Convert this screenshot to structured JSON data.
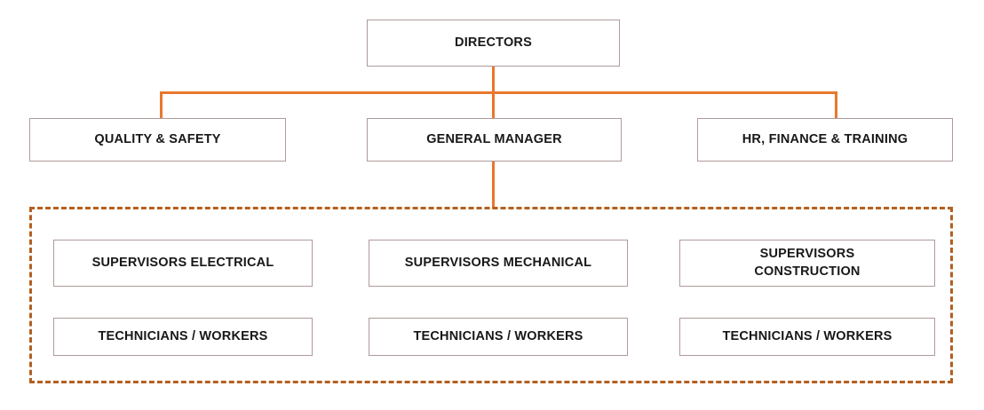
{
  "chart_data": {
    "type": "diagram",
    "diagram_type": "organization-chart",
    "title": "",
    "orientation": "top-down",
    "levels": [
      {
        "level": 1,
        "nodes": [
          "DIRECTORS"
        ]
      },
      {
        "level": 2,
        "nodes": [
          "QUALITY & SAFETY",
          "GENERAL MANAGER",
          "HR, FINANCE & TRAINING"
        ]
      },
      {
        "level": 3,
        "nodes": [
          "SUPERVISORS ELECTRICAL",
          "SUPERVISORS MECHANICAL",
          "SUPERVISORS CONSTRUCTION"
        ]
      },
      {
        "level": 4,
        "nodes": [
          "TECHNICIANS / WORKERS",
          "TECHNICIANS / WORKERS",
          "TECHNICIANS / WORKERS"
        ]
      }
    ],
    "edges": [
      {
        "from": "DIRECTORS",
        "to": "QUALITY & SAFETY"
      },
      {
        "from": "DIRECTORS",
        "to": "GENERAL MANAGER"
      },
      {
        "from": "DIRECTORS",
        "to": "HR, FINANCE & TRAINING"
      },
      {
        "from": "GENERAL MANAGER",
        "to": "operations-group"
      }
    ],
    "grouping": {
      "label": "",
      "border_style": "dashed",
      "contains": [
        "SUPERVISORS ELECTRICAL",
        "SUPERVISORS MECHANICAL",
        "SUPERVISORS CONSTRUCTION",
        "TECHNICIANS / WORKERS",
        "TECHNICIANS / WORKERS",
        "TECHNICIANS / WORKERS"
      ]
    }
  },
  "colors": {
    "connector": "#e8782d",
    "group_border": "#b45f20",
    "box_border": "#b09a9a",
    "text": "#181818",
    "background": "#ffffff"
  },
  "nodes": {
    "directors": {
      "label": "DIRECTORS"
    },
    "quality_safety": {
      "label": "QUALITY & SAFETY"
    },
    "general_manager": {
      "label": "GENERAL MANAGER"
    },
    "hr_finance_training": {
      "label": "HR, FINANCE & TRAINING"
    },
    "supervisors_electrical": {
      "label": "SUPERVISORS ELECTRICAL"
    },
    "supervisors_mechanical": {
      "label": "SUPERVISORS MECHANICAL"
    },
    "supervisors_construction": {
      "label": "SUPERVISORS\nCONSTRUCTION"
    },
    "technicians_electrical": {
      "label": "TECHNICIANS / WORKERS"
    },
    "technicians_mechanical": {
      "label": "TECHNICIANS / WORKERS"
    },
    "technicians_construction": {
      "label": "TECHNICIANS / WORKERS"
    }
  }
}
